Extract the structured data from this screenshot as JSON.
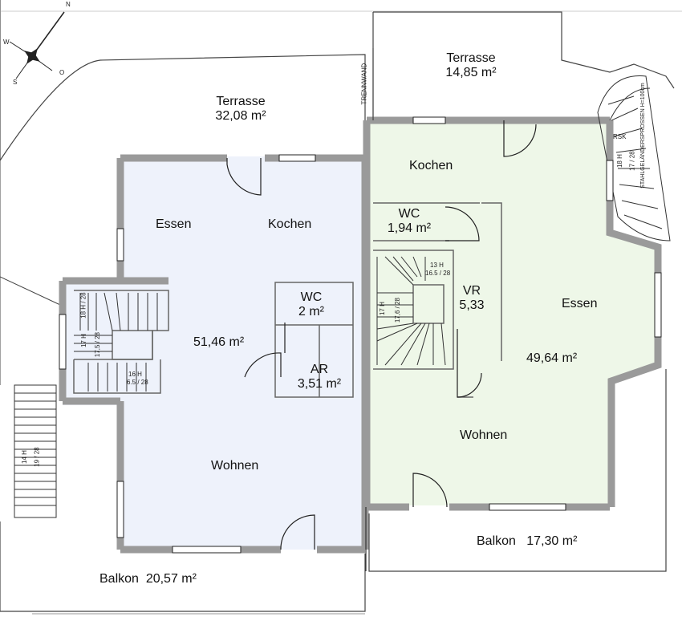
{
  "compass": {
    "n": "N",
    "o": "O",
    "s": "S",
    "w": "W"
  },
  "left_unit": {
    "terrasse_name": "Terrasse",
    "terrasse_area": "32,08 m²",
    "essen": "Essen",
    "kochen": "Kochen",
    "wc_name": "WC",
    "wc_area": "2 m²",
    "main_area": "51,46 m²",
    "ar_name": "AR",
    "ar_area": "3,51 m²",
    "wohnen": "Wohnen",
    "balkon_name": "Balkon",
    "balkon_area": "20,57 m²",
    "stair_a": "17 H",
    "stair_b": "17,5 / 28",
    "stair_c": "16 H",
    "stair_d": "6.5 / 28",
    "stair_e": "14 H",
    "stair_f": "19 / 28",
    "stair_g": "18 H / 28"
  },
  "right_unit": {
    "terrasse_name": "Terrasse",
    "terrasse_area": "14,85 m²",
    "trennwand": "TRENNWAND",
    "kochen": "Kochen",
    "wc_name": "WC",
    "wc_area": "1,94 m²",
    "vr_name": "VR",
    "vr_area": "5,33",
    "essen": "Essen",
    "main_area": "49,64 m²",
    "wohnen": "Wohnen",
    "balkon_name": "Balkon",
    "balkon_area": "17,30 m²",
    "stair_a": "13 H",
    "stair_b": "16.5 / 28",
    "stair_c": "17 H",
    "stair_d": "17,6 / 28",
    "stair_e": "18 H",
    "stair_f": "17 / 28",
    "stair_g": "STAHLGELÄNDERSPROSSEN  H=100cm",
    "stair_h": "RSK"
  },
  "colors": {
    "left_floor": "#eef2fb",
    "right_floor": "#eef7e8",
    "wall": "#9a9a9a",
    "outdoor": "#f6f6f6"
  }
}
